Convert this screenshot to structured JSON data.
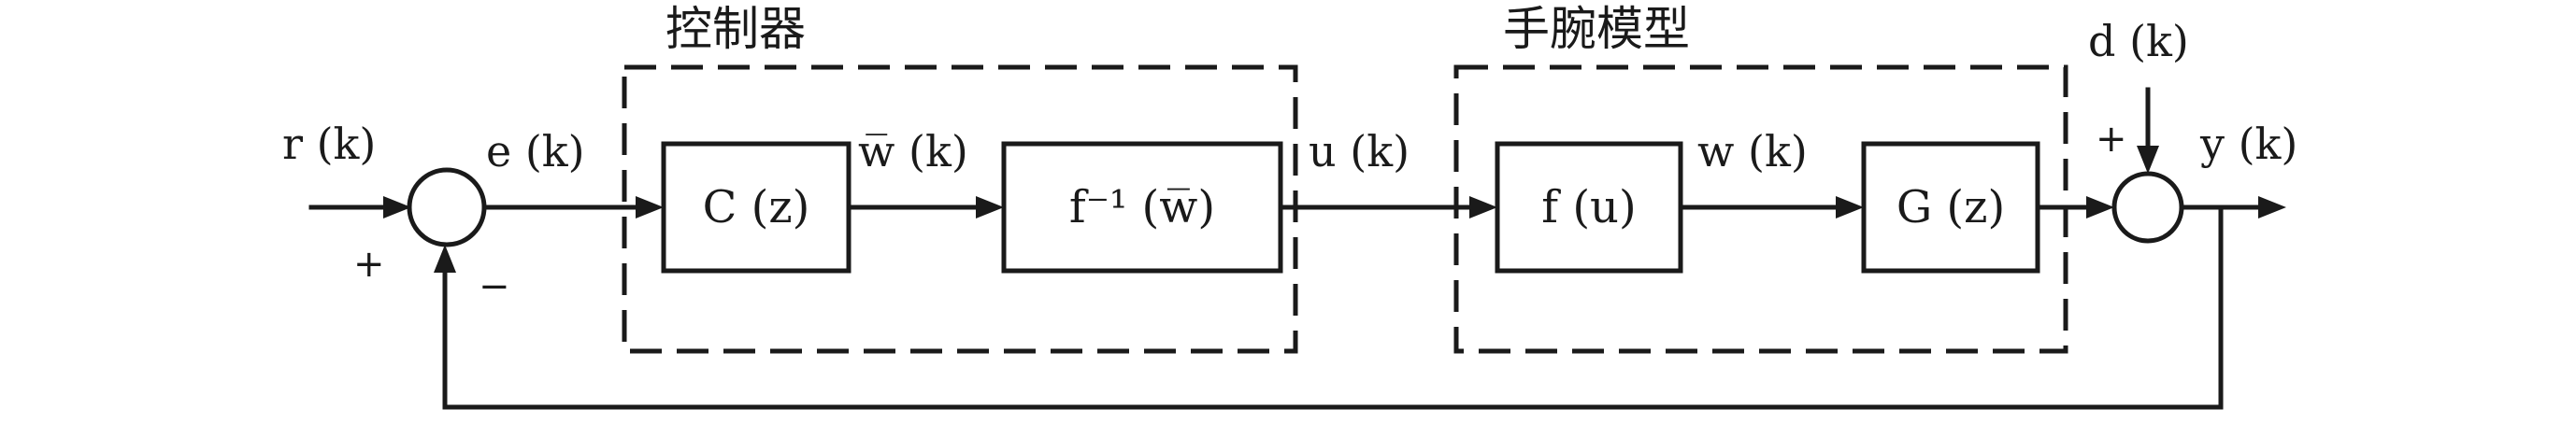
{
  "groups": {
    "controller": "控制器",
    "wrist_model": "手腕模型"
  },
  "blocks": {
    "c": "C (z)",
    "finv": "f⁻¹ (w̅)",
    "f": "f (u)",
    "g": "G (z)"
  },
  "signals": {
    "r": "r (k)",
    "e": "e (k)",
    "wbar": "w̅ (k)",
    "u": "u (k)",
    "w": "w (k)",
    "d": "d (k)",
    "y": "y (k)"
  },
  "signs": {
    "r_plus": "+",
    "fb_minus": "−",
    "d_plus": "+"
  }
}
